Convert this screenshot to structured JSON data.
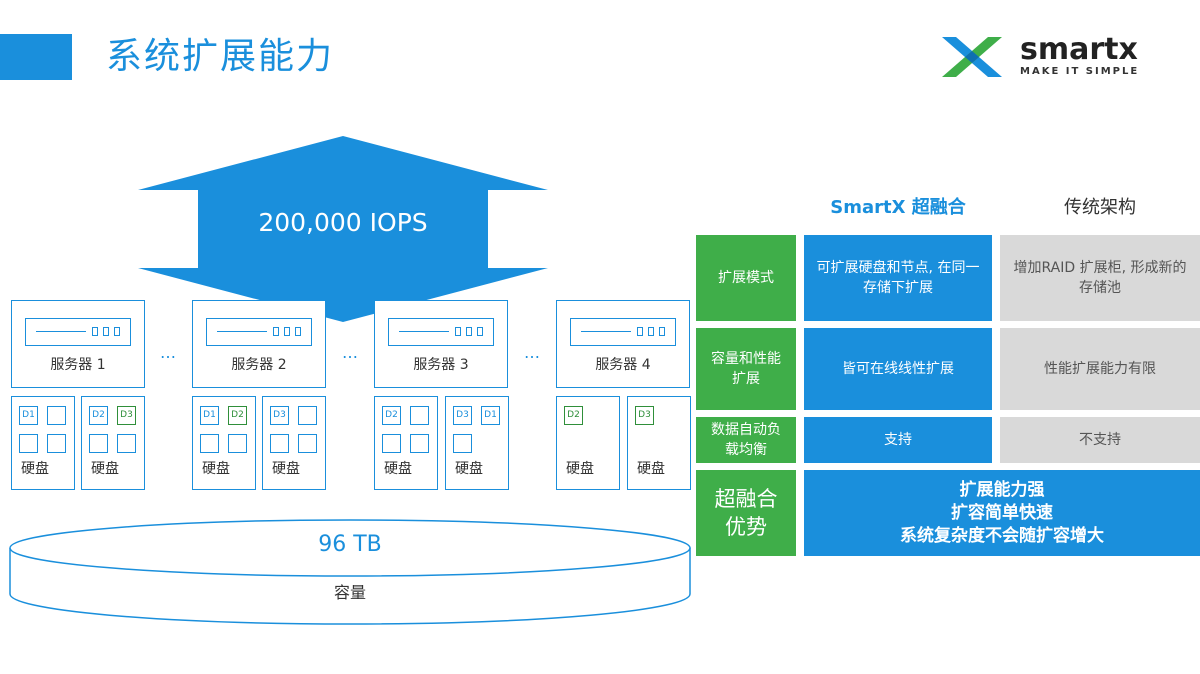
{
  "page": {
    "title": "系统扩展能力"
  },
  "logo": {
    "name": "smartx",
    "tagline": "MAKE IT SIMPLE",
    "colors": {
      "blue": "#1a8fdc",
      "green": "#3fae49"
    }
  },
  "performance": {
    "iops_label": "200,000 IOPS",
    "arrow_color": "#1a8fdc"
  },
  "servers": [
    {
      "name": "服务器 1",
      "disks": [
        {
          "label": "硬盘",
          "slots": [
            "D1",
            "",
            "",
            ""
          ]
        },
        {
          "label": "硬盘",
          "slots": [
            "D2",
            "D3",
            "",
            ""
          ]
        }
      ]
    },
    {
      "name": "服务器 2",
      "disks": [
        {
          "label": "硬盘",
          "slots": [
            "D1",
            "D2",
            "",
            ""
          ]
        },
        {
          "label": "硬盘",
          "slots": [
            "D3",
            "",
            "",
            ""
          ]
        }
      ]
    },
    {
      "name": "服务器 3",
      "disks": [
        {
          "label": "硬盘",
          "slots": [
            "D2",
            "",
            "",
            ""
          ]
        },
        {
          "label": "硬盘",
          "slots": [
            "D3",
            "D1",
            "",
            ""
          ]
        }
      ]
    },
    {
      "name": "服务器 4",
      "disks": [
        {
          "label": "硬盘",
          "slots": [
            "D2"
          ]
        },
        {
          "label": "硬盘",
          "slots": [
            "D3"
          ]
        }
      ]
    }
  ],
  "ellipsis": "…",
  "capacity": {
    "value": "96 TB",
    "label": "容量"
  },
  "comparison": {
    "headers": {
      "smartx": "SmartX 超融合",
      "traditional": "传统架构"
    },
    "rows": [
      {
        "feature": "扩展模式",
        "smartx": "可扩展硬盘和节点, 在同一存储下扩展",
        "traditional": "增加RAID 扩展柜, 形成新的存储池"
      },
      {
        "feature": "容量和性能扩展",
        "smartx": "皆可在线线性扩展",
        "traditional": "性能扩展能力有限"
      },
      {
        "feature": "数据自动负载均衡",
        "smartx": "支持",
        "traditional": "不支持"
      }
    ],
    "advantage": {
      "label": "超融合优势",
      "points": [
        "扩展能力强",
        "扩容简单快速",
        "系统复杂度不会随扩容增大"
      ]
    },
    "colors": {
      "header_smartx": "#1a8fdc",
      "header_traditional": "#333333",
      "feature_bg": "#3fae49",
      "smartx_bg": "#1a8fdc",
      "traditional_bg": "#d9d9d9"
    }
  }
}
